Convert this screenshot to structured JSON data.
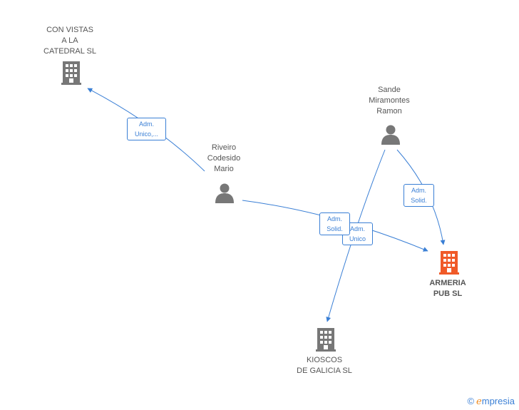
{
  "nodes": {
    "con_vistas": {
      "lines": [
        "CON VISTAS",
        "A LA",
        "CATEDRAL SL"
      ],
      "type": "company",
      "color": "#777777"
    },
    "riveiro": {
      "lines": [
        "Riveiro",
        "Codesido",
        "Mario"
      ],
      "type": "person",
      "color": "#777777"
    },
    "sande": {
      "lines": [
        "Sande",
        "Miramontes",
        "Ramon"
      ],
      "type": "person",
      "color": "#777777"
    },
    "armeria": {
      "lines": [
        "ARMERIA",
        "PUB SL"
      ],
      "type": "company",
      "color": "#f05a28"
    },
    "kioscos": {
      "lines": [
        "KIOSCOS",
        "DE GALICIA SL"
      ],
      "type": "company",
      "color": "#777777"
    }
  },
  "edges": {
    "riveiro_con_vistas": {
      "lines": [
        "Adm.",
        "Unico,..."
      ]
    },
    "riveiro_armeria": {
      "lines": [
        "Adm.",
        "Solid."
      ]
    },
    "sande_kioscos": {
      "lines": [
        "Adm.",
        "Unico"
      ]
    },
    "sande_armeria": {
      "lines": [
        "Adm.",
        "Solid."
      ]
    }
  },
  "colors": {
    "edge": "#3a7fd5",
    "node": "#777777",
    "highlight": "#f05a28"
  },
  "brand": {
    "copyright": "©",
    "name_initial": "e",
    "name_rest": "mpresia"
  }
}
